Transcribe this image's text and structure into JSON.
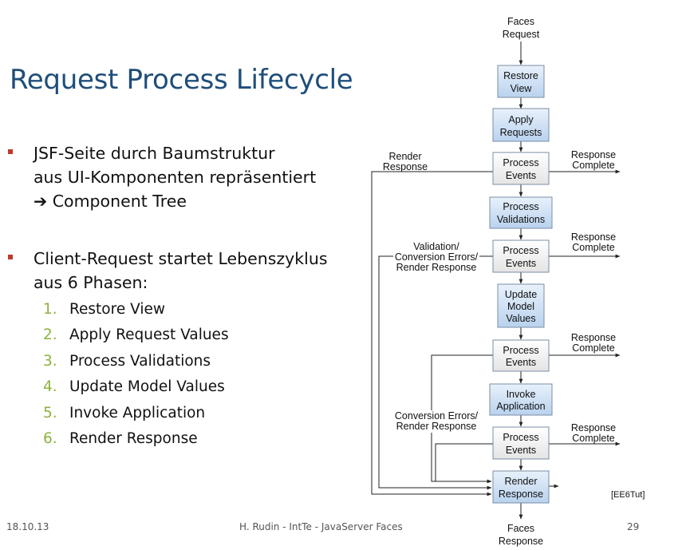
{
  "slide": {
    "title": "Request Process Lifecycle",
    "bullet1": {
      "line1": "JSF-Seite durch Baumstruktur",
      "line2": "aus UI-Komponenten repräsentiert",
      "line3": "Component Tree"
    },
    "bullet2": {
      "line1": "Client-Request startet Lebenszyklus",
      "line2": "aus 6 Phasen:"
    },
    "phases": [
      {
        "num": "1.",
        "label": "Restore View"
      },
      {
        "num": "2.",
        "label": "Apply Request Values"
      },
      {
        "num": "3.",
        "label": "Process Validations"
      },
      {
        "num": "4.",
        "label": "Update Model Values"
      },
      {
        "num": "5.",
        "label": "Invoke Application"
      },
      {
        "num": "6.",
        "label": "Render Response"
      }
    ],
    "footer": {
      "date": "18.10.13",
      "center": "H. Rudin - IntTe - JavaServer Faces",
      "page": "29"
    }
  },
  "diagram": {
    "faces_request": [
      "Faces",
      "Request"
    ],
    "restore_view": [
      "Restore",
      "View"
    ],
    "apply_requests": [
      "Apply",
      "Requests"
    ],
    "process_events": [
      "Process",
      "Events"
    ],
    "process_validations": [
      "Process",
      "Validations"
    ],
    "update_model_values": [
      "Update",
      "Model",
      "Values"
    ],
    "invoke_application": [
      "Invoke",
      "Application"
    ],
    "render_response": [
      "Render",
      "Response"
    ],
    "faces_response": [
      "Faces",
      "Response"
    ],
    "response_complete": [
      "Response",
      "Complete"
    ],
    "render_response_label": [
      "Render",
      "Response"
    ],
    "validation_errors": [
      "Validation/",
      "Conversion Errors/",
      "Render Response"
    ],
    "conversion_errors": [
      "Conversion Errors/",
      "Render Response"
    ],
    "citation": "[EE6Tut]"
  }
}
